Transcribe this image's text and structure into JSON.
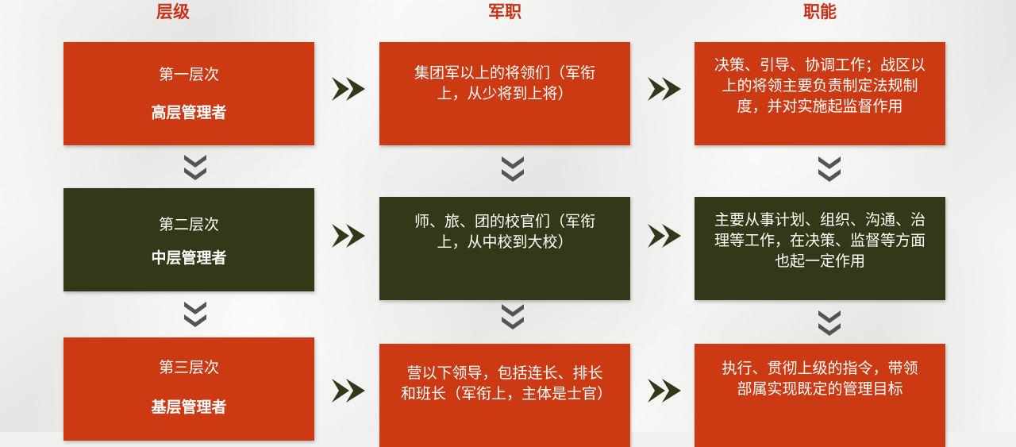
{
  "headers": {
    "level": "层级",
    "military": "军职",
    "function": "职能"
  },
  "rows": [
    {
      "level_num": "第一层次",
      "level_name": "高层管理者",
      "military": "集团军以上的将领们（军衔上，从少将到上将）",
      "function": "决策、引导、协调工作；战区以上的将领主要负责制定法规制度，并对实施起监督作用"
    },
    {
      "level_num": "第二层次",
      "level_name": "中层管理者",
      "military": "师、旅、团的校官们（军衔上，从中校到大校）",
      "function": "主要从事计划、组织、沟通、治理等工作，在决策、监督等方面也起一定作用"
    },
    {
      "level_num": "第三层次",
      "level_name": "基层管理者",
      "military": "营以下领导，包括连长、排长和班长（军衔上，主体是士官）",
      "function": "执行、贯彻上级的指令，带领部属实现既定的管理目标"
    }
  ],
  "colors": {
    "red": "#cc3a14",
    "olive": "#353818",
    "header": "#c8321a"
  },
  "icons": {
    "right": "double-chevron-right-icon",
    "down": "double-chevron-down-icon"
  }
}
